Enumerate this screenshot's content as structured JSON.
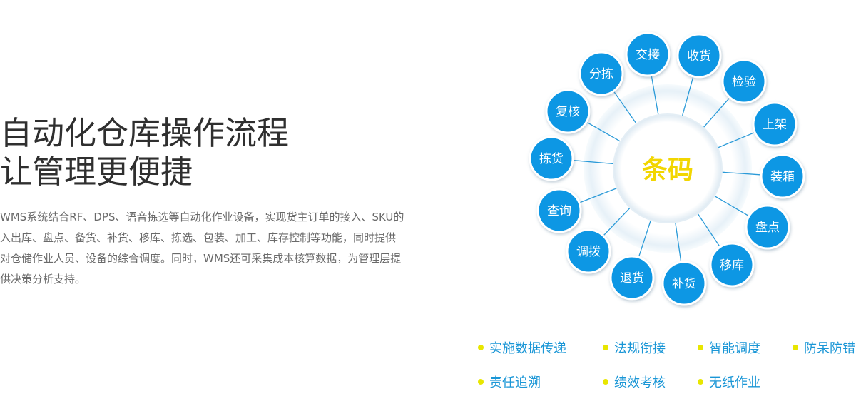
{
  "headline": {
    "line1": "自动化仓库操作流程",
    "line2": "让管理更便捷"
  },
  "description": {
    "lines": [
      "WMS系统结合RF、DPS、语音拣选等自动化作业设备，实现货主订单的接入、SKU的",
      "入出库、盘点、备货、补货、移库、拣选、包装、加工、库存控制等功能，同时提供",
      "对仓储作业人员、设备的综合调度。同时，WMS还可采集成本核算数据，为管理层提",
      "供决策分析支持。"
    ]
  },
  "diagram": {
    "center": "条码",
    "nodes": [
      "交接",
      "收货",
      "检验",
      "上架",
      "装箱",
      "盘点",
      "移库",
      "补货",
      "退货",
      "调拨",
      "查询",
      "拣货",
      "复核",
      "分拣"
    ],
    "colors": {
      "node_fill": "#0e97e4",
      "node_text": "#ffffff",
      "center_text": "#f2d600",
      "spoke": "#2a9ad8"
    }
  },
  "features": [
    "实施数据传递",
    "法规衔接",
    "智能调度",
    "防呆防错",
    "责任追溯",
    "绩效考核",
    "无纸作业"
  ]
}
